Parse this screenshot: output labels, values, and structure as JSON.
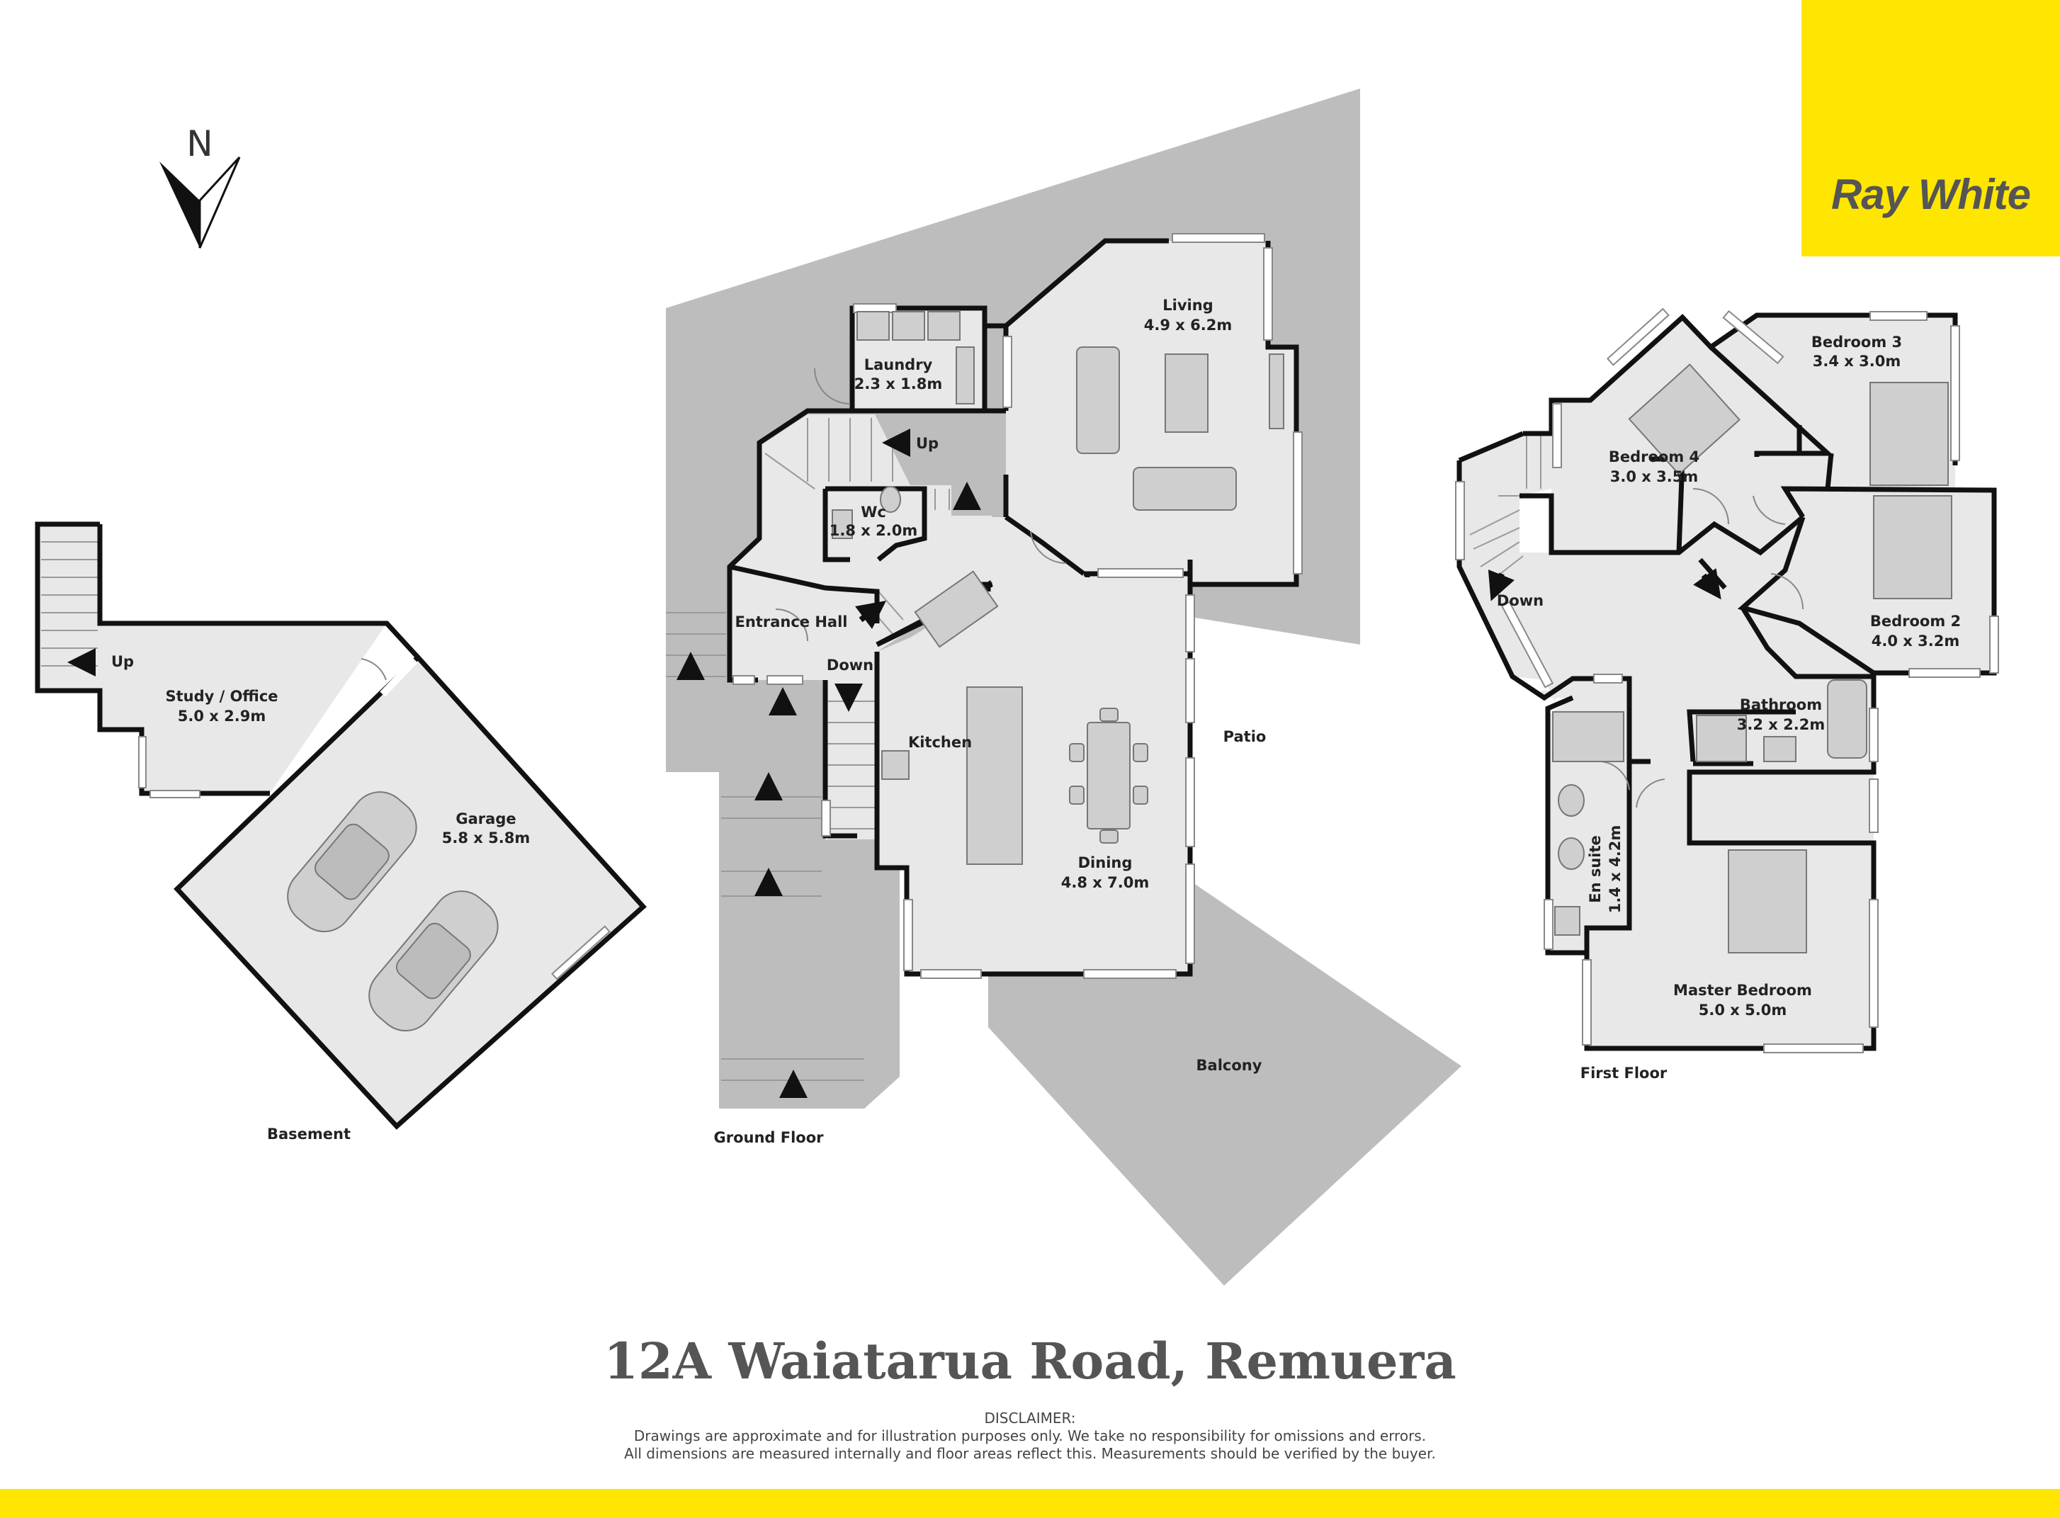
{
  "compass": {
    "letter": "N"
  },
  "brand": {
    "name": "Ray White",
    "color": "#ffe600"
  },
  "rooms": {
    "living": {
      "name": "Living",
      "dims": "4.9 x 6.2m"
    },
    "laundry": {
      "name": "Laundry",
      "dims": "2.3 x 1.8m"
    },
    "wc": {
      "name": "Wc",
      "dims": "1.8 x 2.0m"
    },
    "entrance": {
      "name": "Entrance Hall"
    },
    "kitchen": {
      "name": "Kitchen"
    },
    "dining": {
      "name": "Dining",
      "dims": "4.8 x 7.0m"
    },
    "patio": {
      "name": "Patio"
    },
    "balcony": {
      "name": "Balcony"
    },
    "study": {
      "name": "Study / Office",
      "dims": "5.0 x 2.9m"
    },
    "garage": {
      "name": "Garage",
      "dims": "5.8 x 5.8m"
    },
    "bedroom3": {
      "name": "Bedroom 3",
      "dims": "3.4 x 3.0m"
    },
    "bedroom4": {
      "name": "Bedroom 4",
      "dims": "3.0 x 3.5m"
    },
    "bedroom2": {
      "name": "Bedroom 2",
      "dims": "4.0 x 3.2m"
    },
    "bathroom": {
      "name": "Bathroom",
      "dims": "3.2 x 2.2m"
    },
    "ensuite": {
      "name": "En suite",
      "dims": "1.4 x 4.2m"
    },
    "master": {
      "name": "Master Bedroom",
      "dims": "5.0 x 5.0m"
    }
  },
  "stairs": {
    "up": "Up",
    "down": "Down"
  },
  "floors": {
    "basement": "Basement",
    "ground": "Ground Floor",
    "first": "First Floor"
  },
  "title": "12A Waiatarua Road, Remuera",
  "disclaimer": {
    "heading": "DISCLAIMER:",
    "line1": "Drawings are approximate and for illustration purposes only. We take no responsibility for omissions and errors.",
    "line2": "All dimensions are measured internally and floor areas reflect this. Measurements should be verified by the buyer."
  }
}
